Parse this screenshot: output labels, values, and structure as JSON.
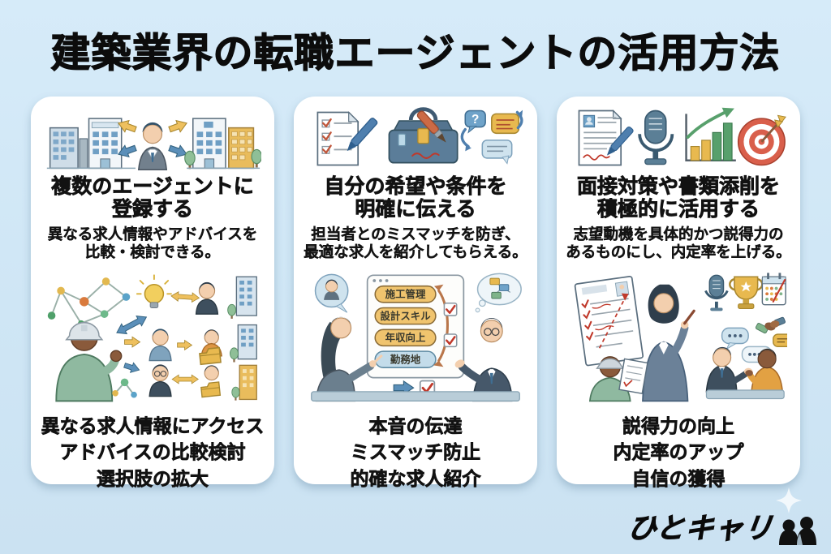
{
  "page": {
    "title": "建築業界の転職エージェントの活用方法",
    "background_color": "#cfe6f5",
    "card_color": "#ffffff",
    "text_color": "#121212"
  },
  "brand": {
    "logo_text": "ひとキャリ",
    "logo_color": "#0a0a0a",
    "logo_mark": "two-people-silhouette-icon",
    "logo_sparkle": "four-point-star-icon"
  },
  "colors": {
    "accent_yellow": "#e8b94f",
    "accent_blue": "#5b8fb9",
    "accent_green": "#8fb9a0",
    "accent_red": "#c0392b",
    "target_red": "#d95f4b"
  },
  "cards": [
    {
      "heading_lines": [
        "複数のエージェントに",
        "登録する"
      ],
      "description_lines": [
        "異なる求人情報やアドバイスを",
        "比較・検討できる。"
      ],
      "benefits": [
        "異なる求人情報にアクセス",
        "アドバイスの比較検討",
        "選択肢の拡大"
      ],
      "top_illustration": "job-seeker-with-arrows-between-company-buildings",
      "middle_illustration": "construction-worker-network-of-agents-and-companies"
    },
    {
      "heading_lines": [
        "自分の希望や条件を",
        "明確に伝える"
      ],
      "description_lines": [
        "担当者とのミスマッチを防ぎ、",
        "最適な求人を紹介してもらえる。"
      ],
      "benefits": [
        "本音の伝達",
        "ミスマッチ防止",
        "的確な求人紹介"
      ],
      "board_labels": [
        "施工管理",
        "設計スキル",
        "年収向上",
        "勤務地"
      ],
      "chat_question_mark": "?",
      "top_illustration": "checklist-toolbox-chat-icons",
      "middle_illustration": "consultation-over-condition-board"
    },
    {
      "heading_lines": [
        "面接対策や書類添削を",
        "積極的に活用する"
      ],
      "description_lines": [
        "志望動機を具体的かつ説得力の",
        "あるものにし、内定率を上げる。"
      ],
      "benefits": [
        "説得力の向上",
        "内定率のアップ",
        "自信の獲得"
      ],
      "top_illustration": "resume-microphone-growth-chart-target-icons",
      "middle_illustration": "document-correction-and-interview-practice"
    }
  ]
}
